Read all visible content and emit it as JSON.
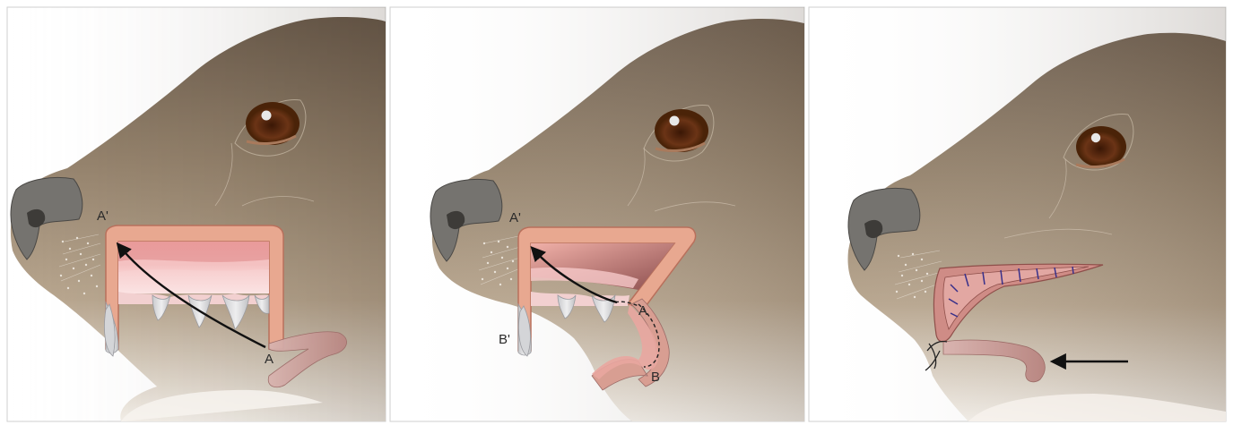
{
  "panels": [
    {
      "label_a_prime": "A'",
      "label_a": "A"
    },
    {
      "label_a_prime": "A'",
      "label_a": "A",
      "label_b": "B",
      "label_b_prime": "B'"
    },
    {}
  ],
  "colors": {
    "head_top": "#7b6a58",
    "head_mid": "#a28f78",
    "head_bottom": "#f3efe9",
    "nose": "#7a7876",
    "flap": "#e9ab92",
    "flap_edge": "#b66b58",
    "mucosa": "#e49898",
    "mucosa_light": "#f4c3c3",
    "gum": "#f0c5c5",
    "tooth": "#d7d8da",
    "lip_strip": "#cea09c",
    "eye_iris": "#6a3315",
    "suture": "#38308a",
    "arrow": "#111111",
    "frame": "#c9c9c9"
  },
  "icons": [
    "nose-shape",
    "eye",
    "whisker-dots",
    "curved-arrow",
    "straight-arrow",
    "suture-knot"
  ]
}
